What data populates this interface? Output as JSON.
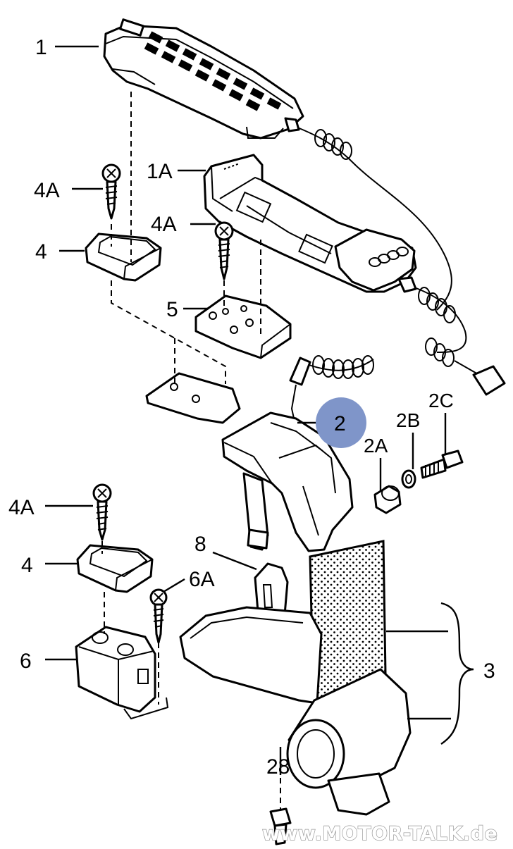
{
  "labels": {
    "p1": "1",
    "p1a": "1A",
    "p2": "2",
    "p2a": "2A",
    "p2b": "2B",
    "p2c": "2C",
    "p3": "3",
    "p4a_top": "4A",
    "p4_top": "4",
    "p4a_mid": "4A",
    "p5": "5",
    "p4a_low": "4A",
    "p4_low": "4",
    "p6": "6",
    "p6a": "6A",
    "p8": "8",
    "p28": "28"
  },
  "watermark": "www.MOTOR-TALK.de",
  "colors": {
    "highlight": "#7f95c9",
    "line": "#000000"
  }
}
